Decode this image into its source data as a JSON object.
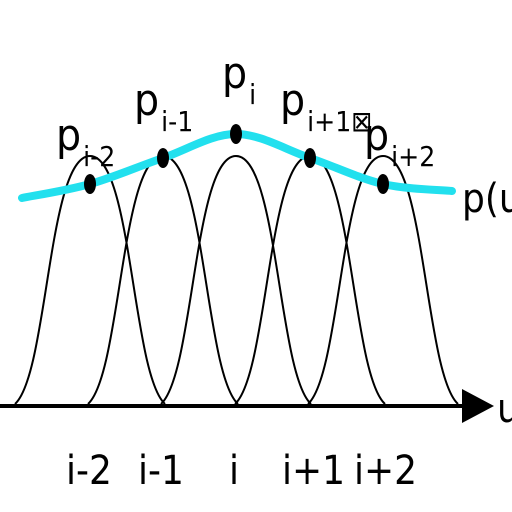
{
  "colors": {
    "curve": "#22e0ee",
    "ink": "#000000",
    "background": "#ffffff"
  },
  "points": [
    {
      "base": "p",
      "sub": "i-2"
    },
    {
      "base": "p",
      "sub": "i-1"
    },
    {
      "base": "p",
      "sub": "i"
    },
    {
      "base": "p",
      "sub": "i+1⊠"
    },
    {
      "base": "p",
      "sub": "i+2"
    }
  ],
  "curve_label": "p(u⊠",
  "axis_label": "u",
  "ticks": [
    "i-2",
    "i-1",
    "i",
    "i+1",
    "i+2"
  ]
}
